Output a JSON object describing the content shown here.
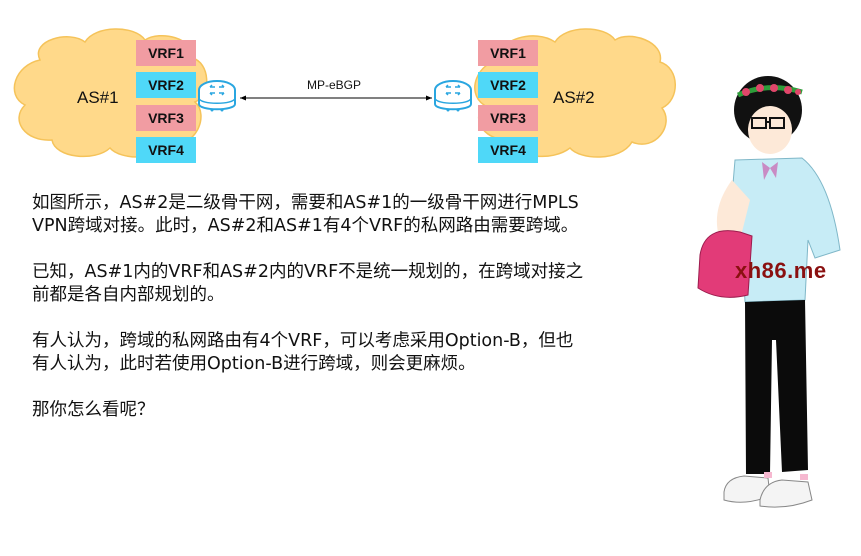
{
  "diagram": {
    "as_left": {
      "label": "AS#1",
      "vrfs": [
        "VRF1",
        "VRF2",
        "VRF3",
        "VRF4"
      ]
    },
    "as_right": {
      "label": "AS#2",
      "vrfs": [
        "VRF1",
        "VRF2",
        "VRF3",
        "VRF4"
      ]
    },
    "link_label": "MP-eBGP",
    "colors": {
      "vrf_odd": "#F19CA2",
      "vrf_even": "#4FD8F8",
      "cloud": "#FFD98A",
      "cloud_edge": "#F5C35A",
      "router": "#29A6E0"
    },
    "icons": {
      "router": "router-icon",
      "cloud": "cloud-icon"
    }
  },
  "text": {
    "paragraphs": [
      "如图所示，AS#2是二级骨干网，需要和AS#1的一级骨干网进行MPLS\nVPN跨域对接。此时，AS#2和AS#1有4个VRF的私网路由需要跨域。",
      "已知，AS#1内的VRF和AS#2内的VRF不是统一规划的，在跨域对接之\n前都是各自内部规划的。",
      "有人认为，跨域的私网路由有4个VRF，可以考虑采用Option-B，但也\n有人认为，此时若使用Option-B进行跨域，则会更麻烦。",
      "那你怎么看呢？"
    ]
  },
  "illustration": {
    "watermark": "xh86.me",
    "description": "anime-girl-illustration"
  }
}
